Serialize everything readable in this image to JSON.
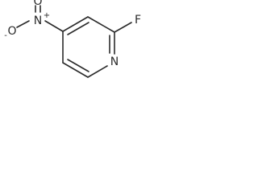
{
  "atoms": {
    "fluorine": "F",
    "ring_nitrogen": "N",
    "nitro_nitrogen": "N",
    "nitro_nitrogen_charge": "+",
    "oxide_oxygen": "O",
    "oxide_charge": "-",
    "double_bonded_oxygen": "O"
  }
}
